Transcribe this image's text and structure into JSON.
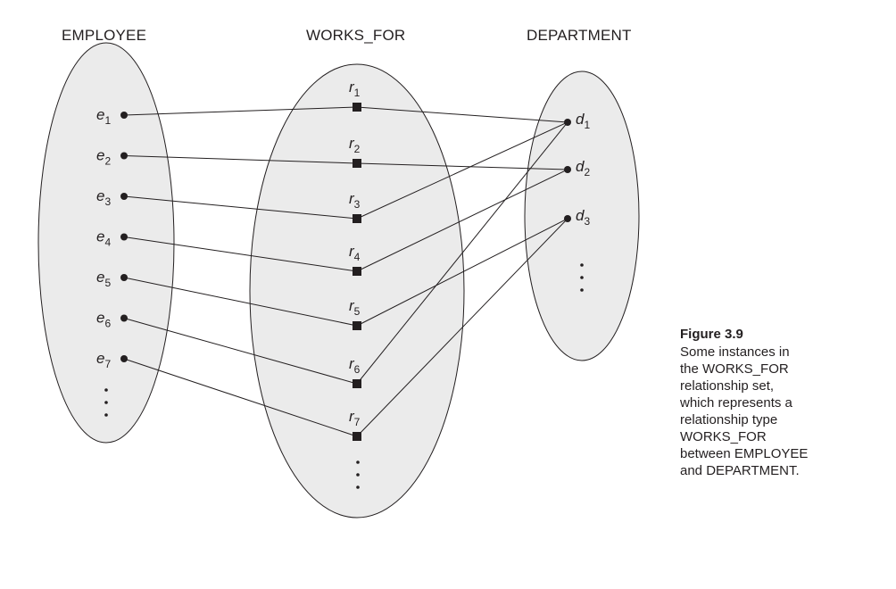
{
  "sets": {
    "employee": {
      "title": "EMPLOYEE",
      "letter": "e",
      "items": [
        "1",
        "2",
        "3",
        "4",
        "5",
        "6",
        "7"
      ]
    },
    "works_for": {
      "title": "WORKS_FOR",
      "letter": "r",
      "items": [
        "1",
        "2",
        "3",
        "4",
        "5",
        "6",
        "7"
      ]
    },
    "department": {
      "title": "DEPARTMENT",
      "letter": "d",
      "items": [
        "1",
        "2",
        "3"
      ]
    }
  },
  "relationships": [
    {
      "r": "1",
      "e": "1",
      "d": "1"
    },
    {
      "r": "2",
      "e": "2",
      "d": "2"
    },
    {
      "r": "3",
      "e": "3",
      "d": "1"
    },
    {
      "r": "4",
      "e": "4",
      "d": "2"
    },
    {
      "r": "5",
      "e": "5",
      "d": "3"
    },
    {
      "r": "6",
      "e": "6",
      "d": "1"
    },
    {
      "r": "7",
      "e": "7",
      "d": "3"
    }
  ],
  "caption": {
    "title": "Figure 3.9",
    "body": "Some instances in\nthe WORKS_FOR\nrelationship set,\nwhich represents a\nrelationship type\nWORKS_FOR\nbetween EMPLOYEE\nand DEPARTMENT."
  },
  "colors": {
    "ellipse_fill": "#ebebeb",
    "stroke": "#231f20"
  }
}
